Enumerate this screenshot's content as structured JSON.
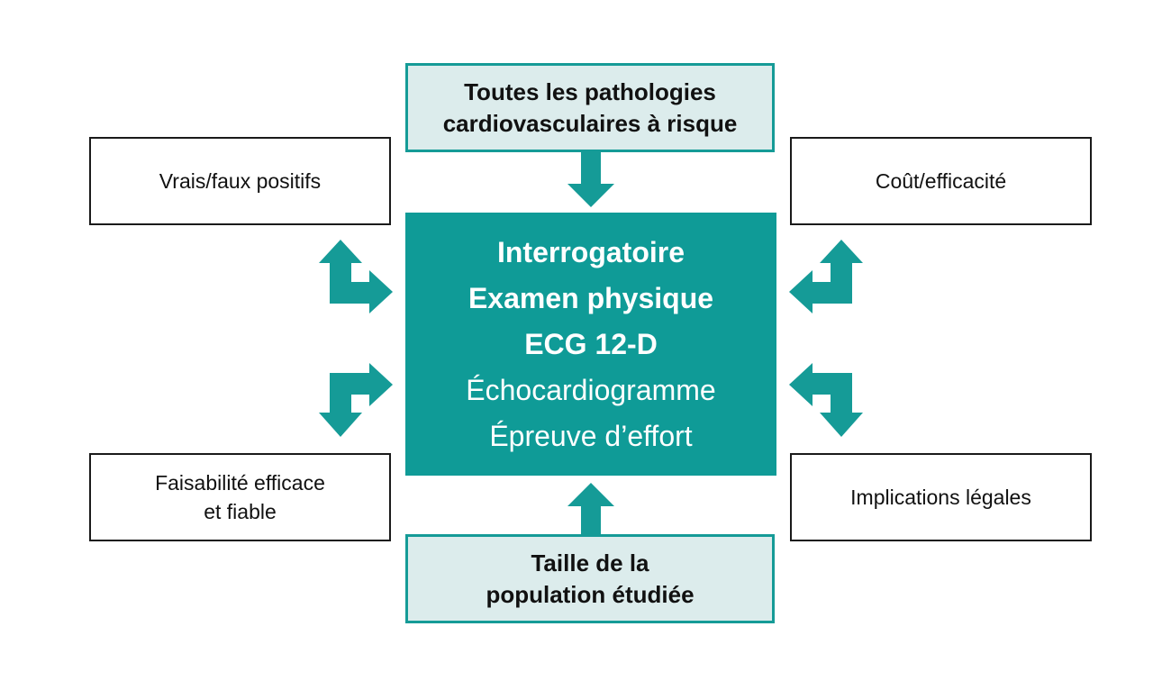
{
  "diagram": {
    "top_box": {
      "lines": [
        "Toutes les pathologies",
        "cardiovasculaires à risque"
      ]
    },
    "bottom_box": {
      "lines": [
        "Taille de la",
        "population étudiée"
      ]
    },
    "top_left_box": {
      "lines": [
        "Vrais/faux positifs"
      ]
    },
    "top_right_box": {
      "lines": [
        "Coût/efficacité"
      ]
    },
    "bottom_left_box": {
      "lines": [
        "Faisabilité efficace",
        "et fiable"
      ]
    },
    "bottom_right_box": {
      "lines": [
        "Implications légales"
      ]
    },
    "center_box": {
      "bold_lines": [
        "Interrogatoire",
        "Examen physique",
        "ECG 12-D"
      ],
      "regular_lines": [
        "Échocardiogramme",
        "Épreuve d’effort"
      ]
    },
    "colors": {
      "teal": "#0f9b97",
      "teal_light_fill": "#dcecec",
      "border_dark": "#1a1a1a"
    }
  }
}
